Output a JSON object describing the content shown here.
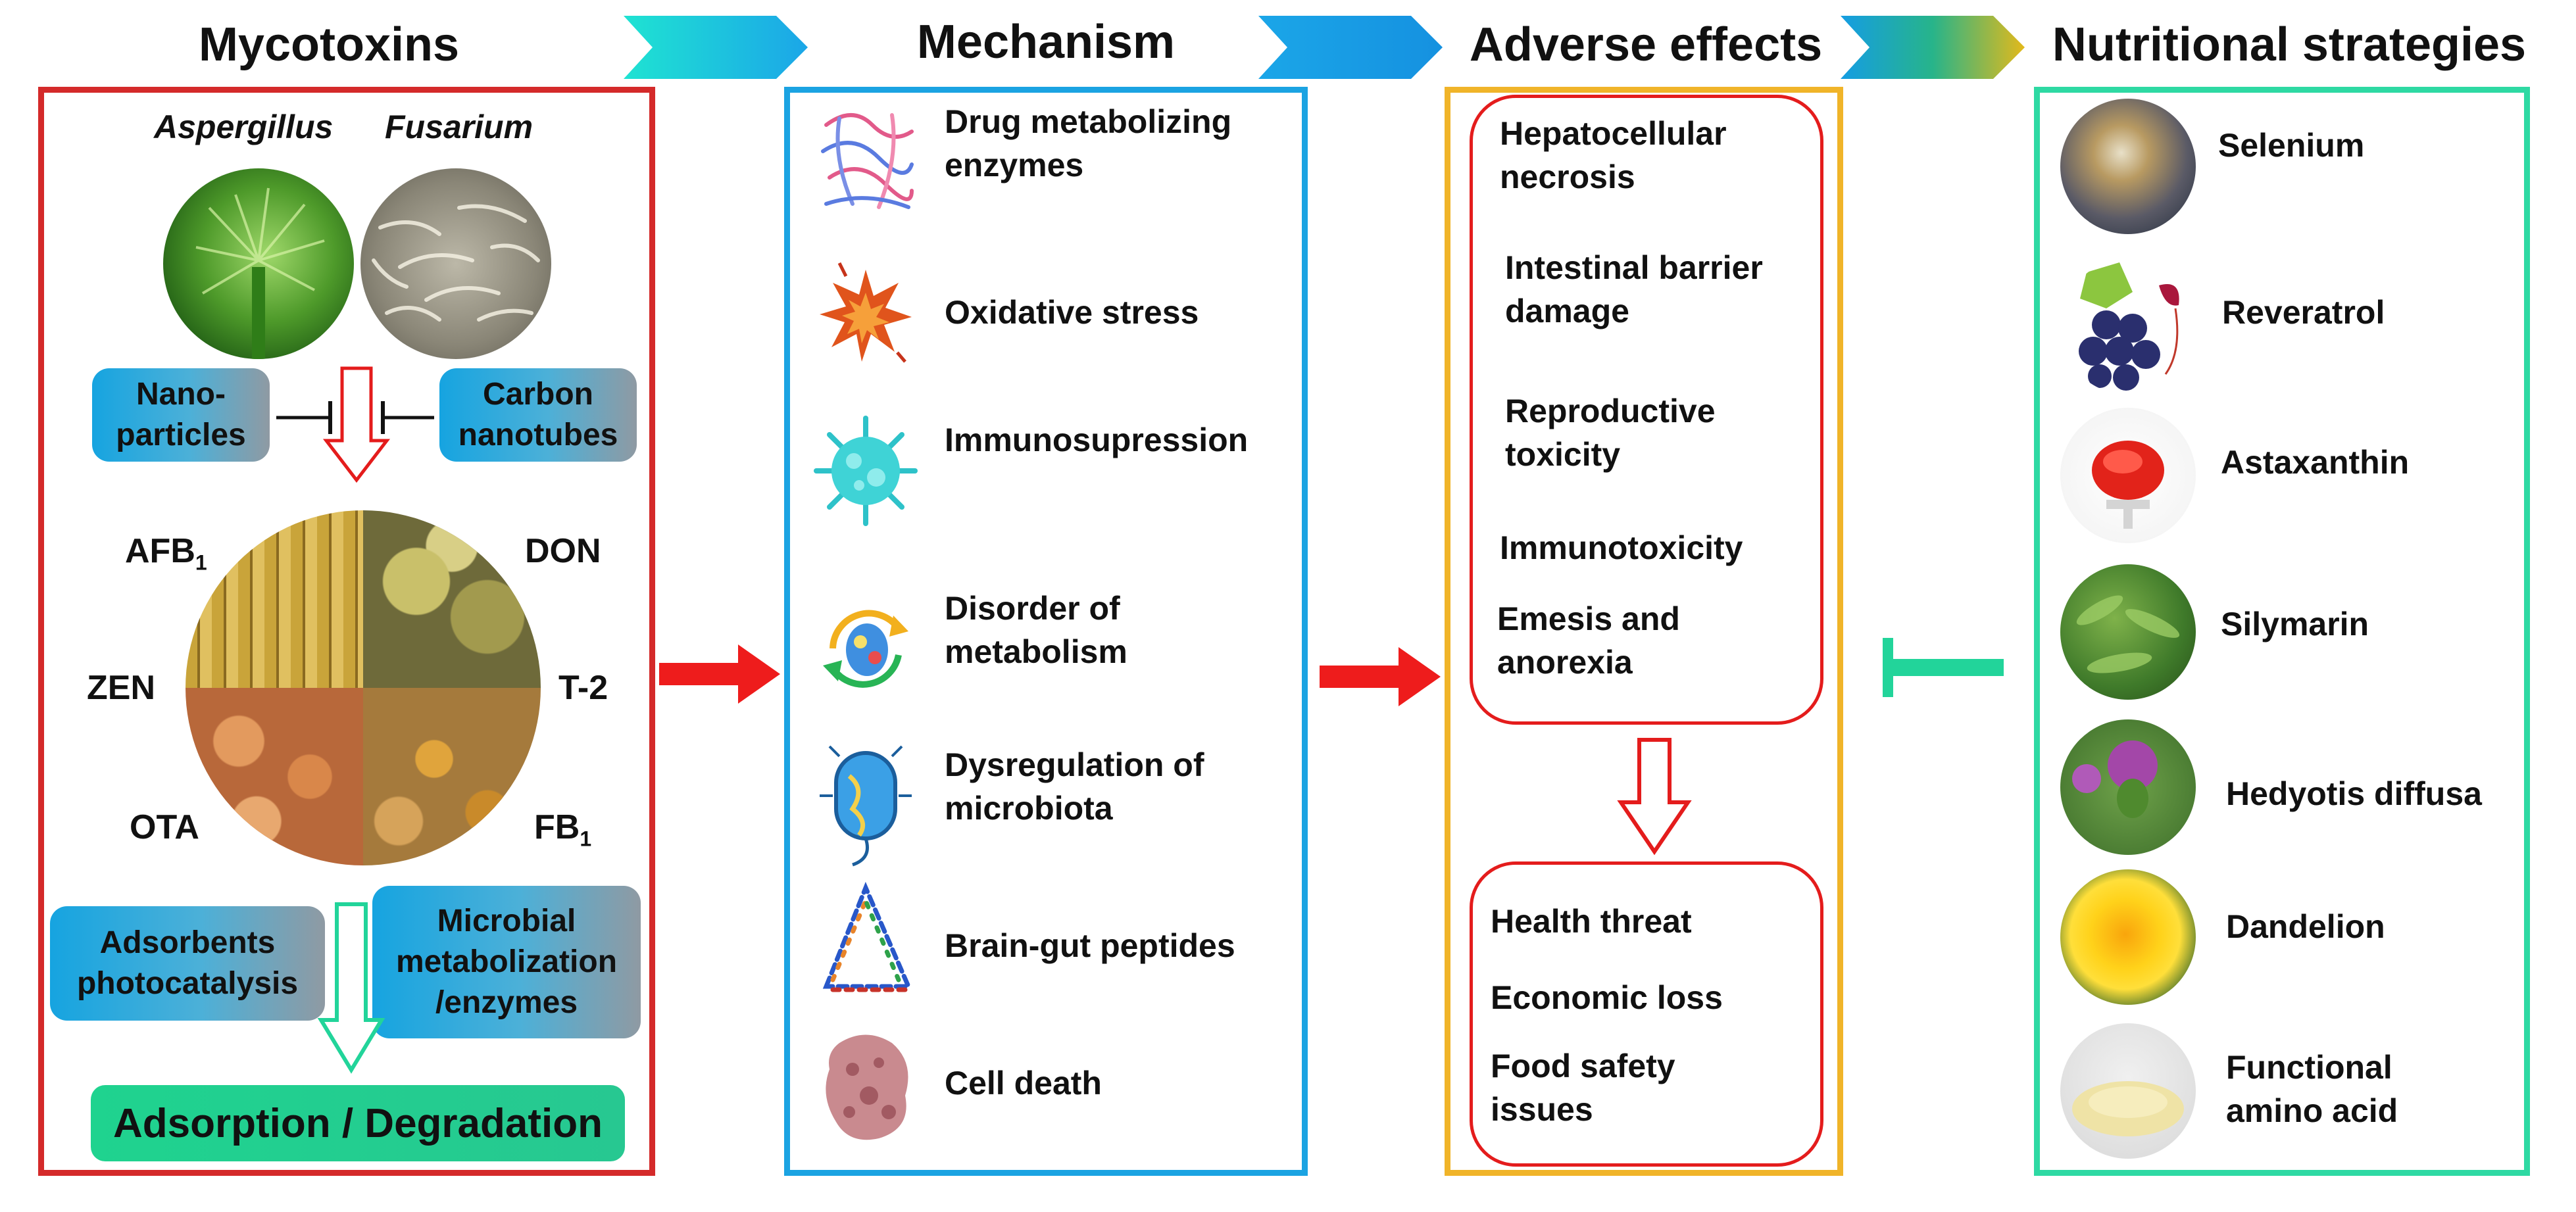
{
  "headings": {
    "mycotoxins": "Mycotoxins",
    "mechanism": "Mechanism",
    "adverse": "Adverse effects",
    "nutrition": "Nutritional strategies"
  },
  "mycotoxins_panel": {
    "fungi": [
      "Aspergillus",
      "Fusarium"
    ],
    "nanoparticles": "Nano-\nparticles",
    "carbon_nanotubes": "Carbon\nnanotubes",
    "toxins": {
      "afb1_base": "AFB",
      "afb1_sub": "1",
      "don": "DON",
      "zen": "ZEN",
      "t2": "T-2",
      "ota": "OTA",
      "fb1_base": "FB",
      "fb1_sub": "1"
    },
    "adsorbents": "Adsorbents\nphotocatalysis",
    "microbial": "Microbial\nmetabolization\n/enzymes",
    "result": "Adsorption / Degradation"
  },
  "mechanism_items": [
    {
      "label": "Drug metabolizing\nenzymes",
      "icon": "protein-structure-icon"
    },
    {
      "label": "Oxidative stress",
      "icon": "oxidative-burst-icon"
    },
    {
      "label": "Immunosupression",
      "icon": "virus-icon"
    },
    {
      "label": "Disorder of\nmetabolism",
      "icon": "metabolism-cycle-icon"
    },
    {
      "label": "Dysregulation of\nmicrobiota",
      "icon": "bacterium-icon"
    },
    {
      "label": "Brain-gut peptides",
      "icon": "peptide-chain-icon"
    },
    {
      "label": "Cell death",
      "icon": "dead-cell-icon"
    }
  ],
  "adverse_effects": [
    "Hepatocellular\nnecrosis",
    "Intestinal barrier\ndamage",
    "Reproductive\ntoxicity",
    "Immunotoxicity",
    "Emesis and\nanorexia"
  ],
  "consequences": [
    "Health threat",
    "Economic loss",
    "Food safety\nissues"
  ],
  "nutrients": [
    {
      "label": "Selenium",
      "icon": "selenium-photo"
    },
    {
      "label": "Reveratrol",
      "icon": "grapes-photo"
    },
    {
      "label": "Astaxanthin",
      "icon": "astaxanthin-powder-photo"
    },
    {
      "label": "Silymarin",
      "icon": "milk-thistle-leaves-photo"
    },
    {
      "label": "Hedyotis diffusa",
      "icon": "thistle-flower-photo"
    },
    {
      "label": "Dandelion",
      "icon": "dandelion-photo"
    },
    {
      "label": "Functional\namino acid",
      "icon": "amino-acid-powder-photo"
    }
  ],
  "colors": {
    "mycotoxins_border": "#d42a2a",
    "mechanism_border": "#1ba3e2",
    "adverse_border": "#f0b429",
    "nutrition_border": "#2ed9a3",
    "arrow_red": "#ee1c1c",
    "inhibit_green": "#22d49a"
  }
}
